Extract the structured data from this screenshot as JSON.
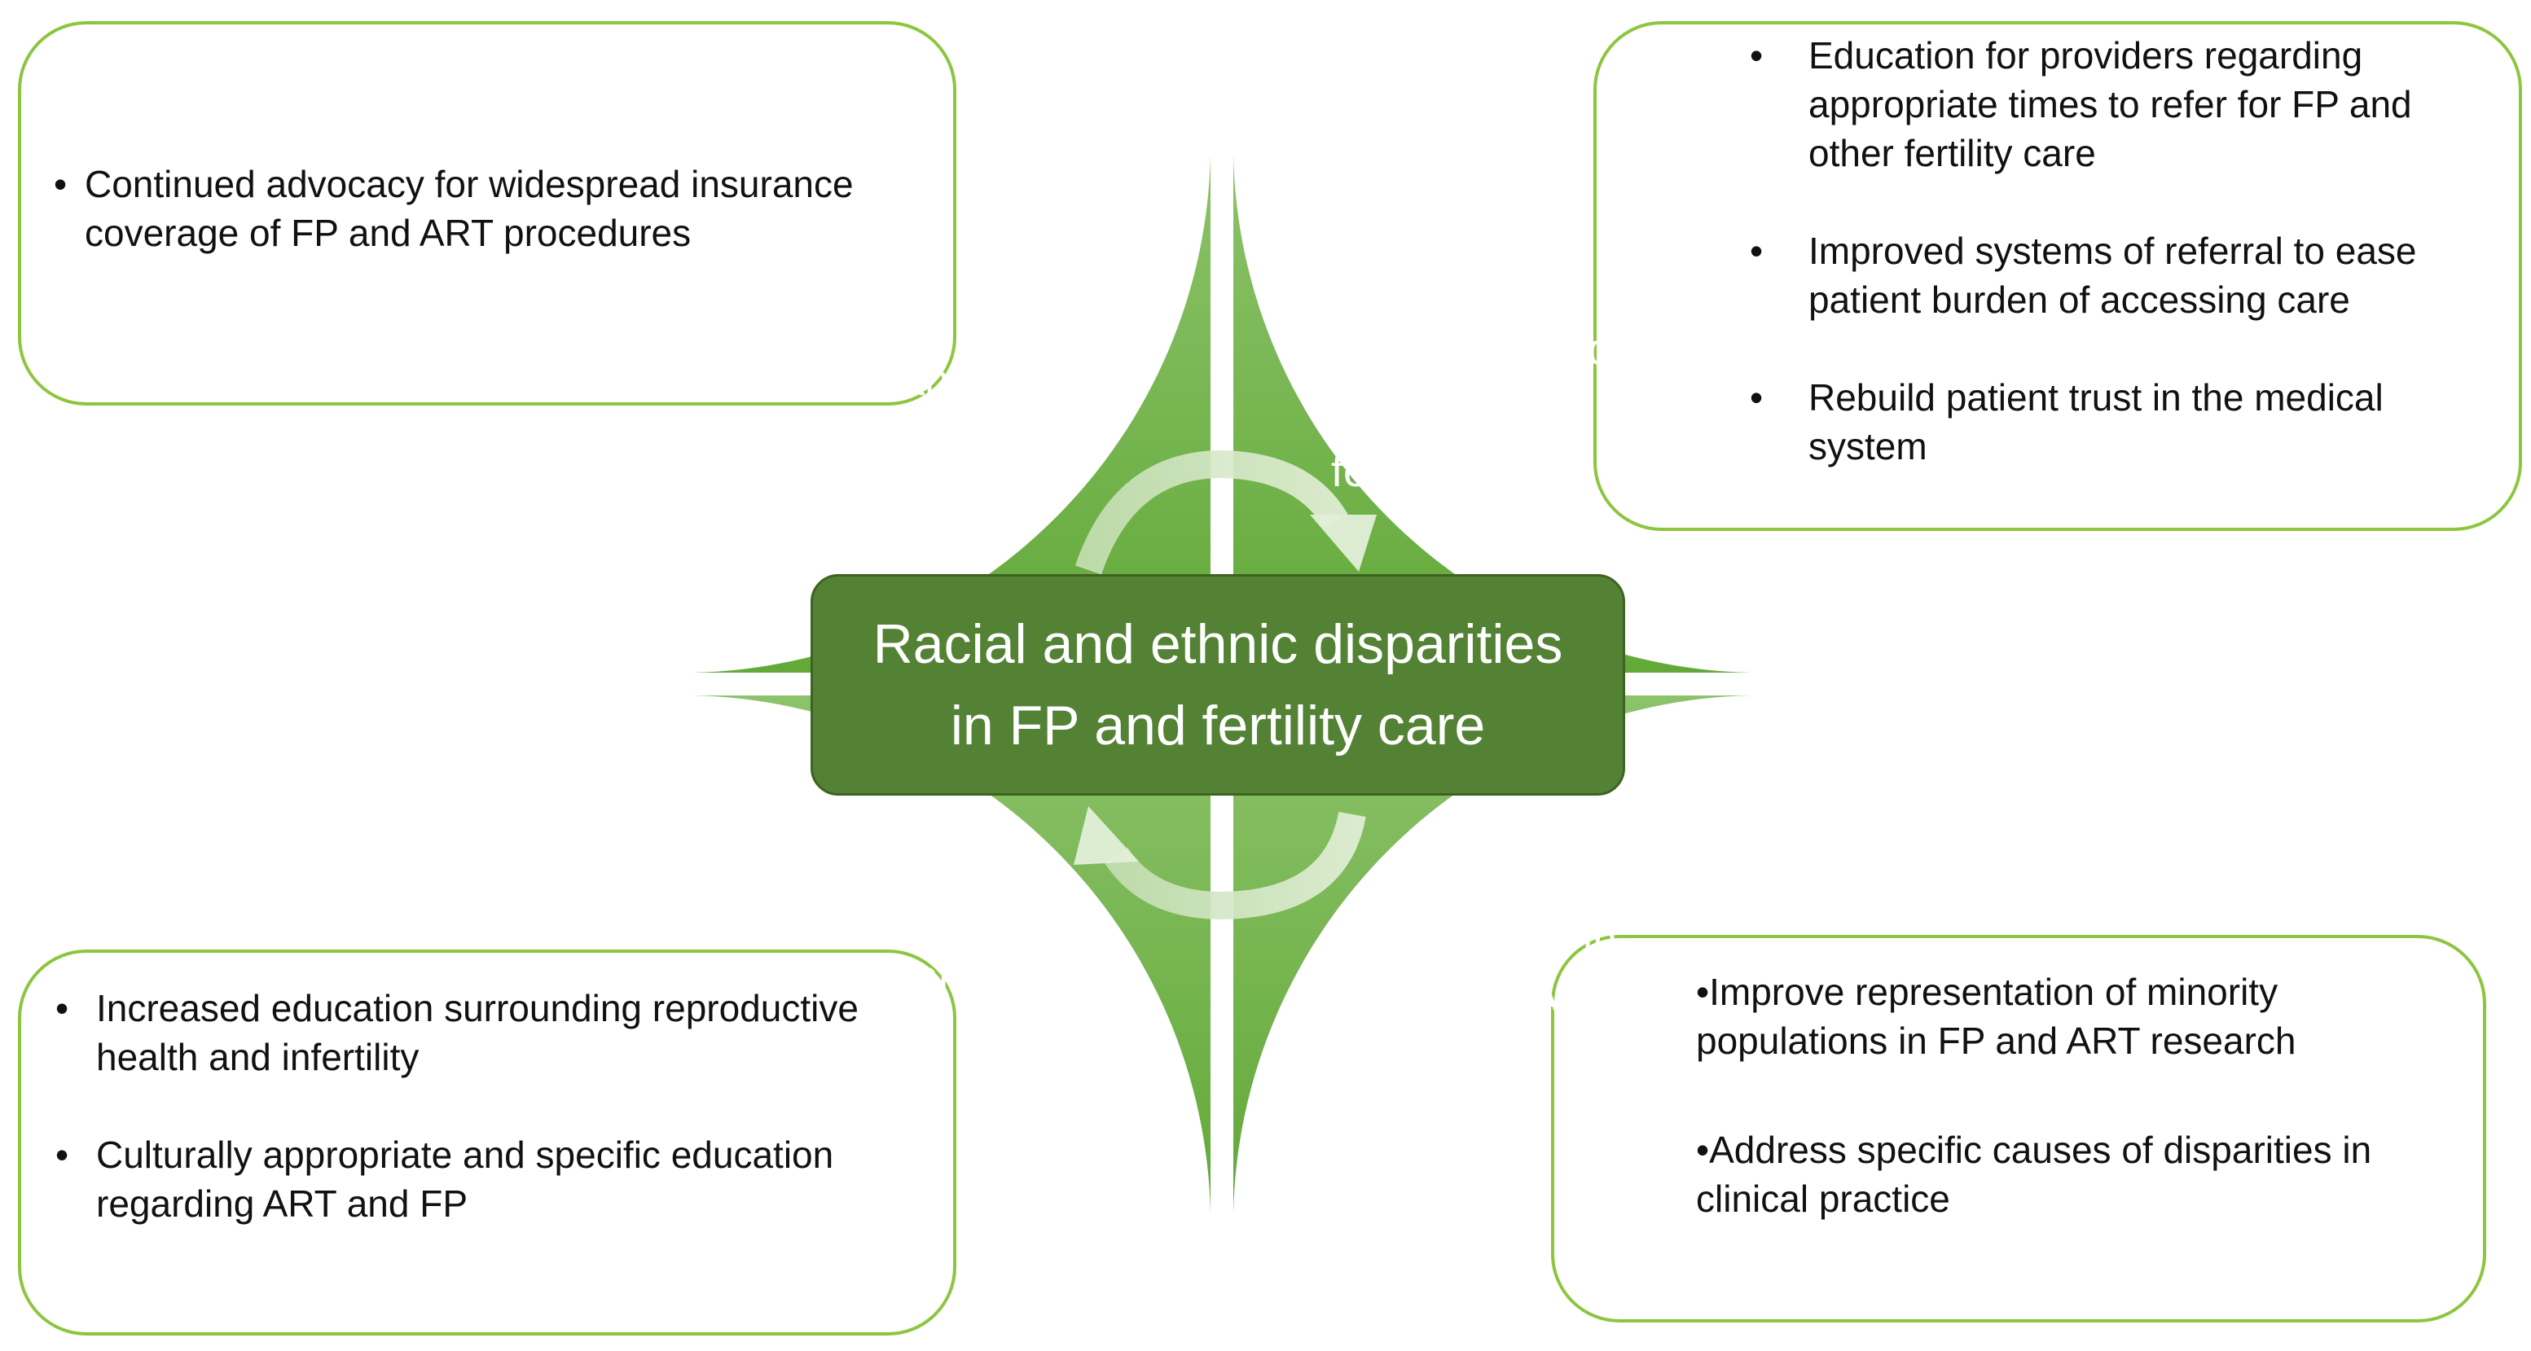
{
  "center_title": "Racial and ethnic disparities in FP and fertility care",
  "quadrants": {
    "top_left": "Financial barriers to care",
    "top_right": "Perceived and actual bias in fertility care",
    "bottom_left": "Low reproductive health literacy",
    "bottom_right": "Suboptimal outcomes in FP and ART"
  },
  "callouts": {
    "top_left": [
      "Continued advocacy for widespread insurance coverage of FP and ART procedures"
    ],
    "top_right": [
      "Education for providers regarding appropriate times to refer for FP and other fertility care",
      "Improved systems of referral to ease patient burden of accessing care",
      "Rebuild patient trust in the medical system"
    ],
    "bottom_left": [
      "Increased education surrounding reproductive health and infertility",
      "Culturally appropriate and specific education regarding ART and FP"
    ],
    "bottom_right": [
      "Improve representation of minority populations in FP and ART research",
      "Address specific causes of disparities in clinical practice"
    ]
  },
  "bullet_symbol": "•",
  "colors": {
    "quadrant_light": "#8cc26a",
    "quadrant_dark": "#62a938",
    "center_box": "#548235",
    "callout_border": "#8cc63f",
    "arrow": "#d6e9c8"
  }
}
